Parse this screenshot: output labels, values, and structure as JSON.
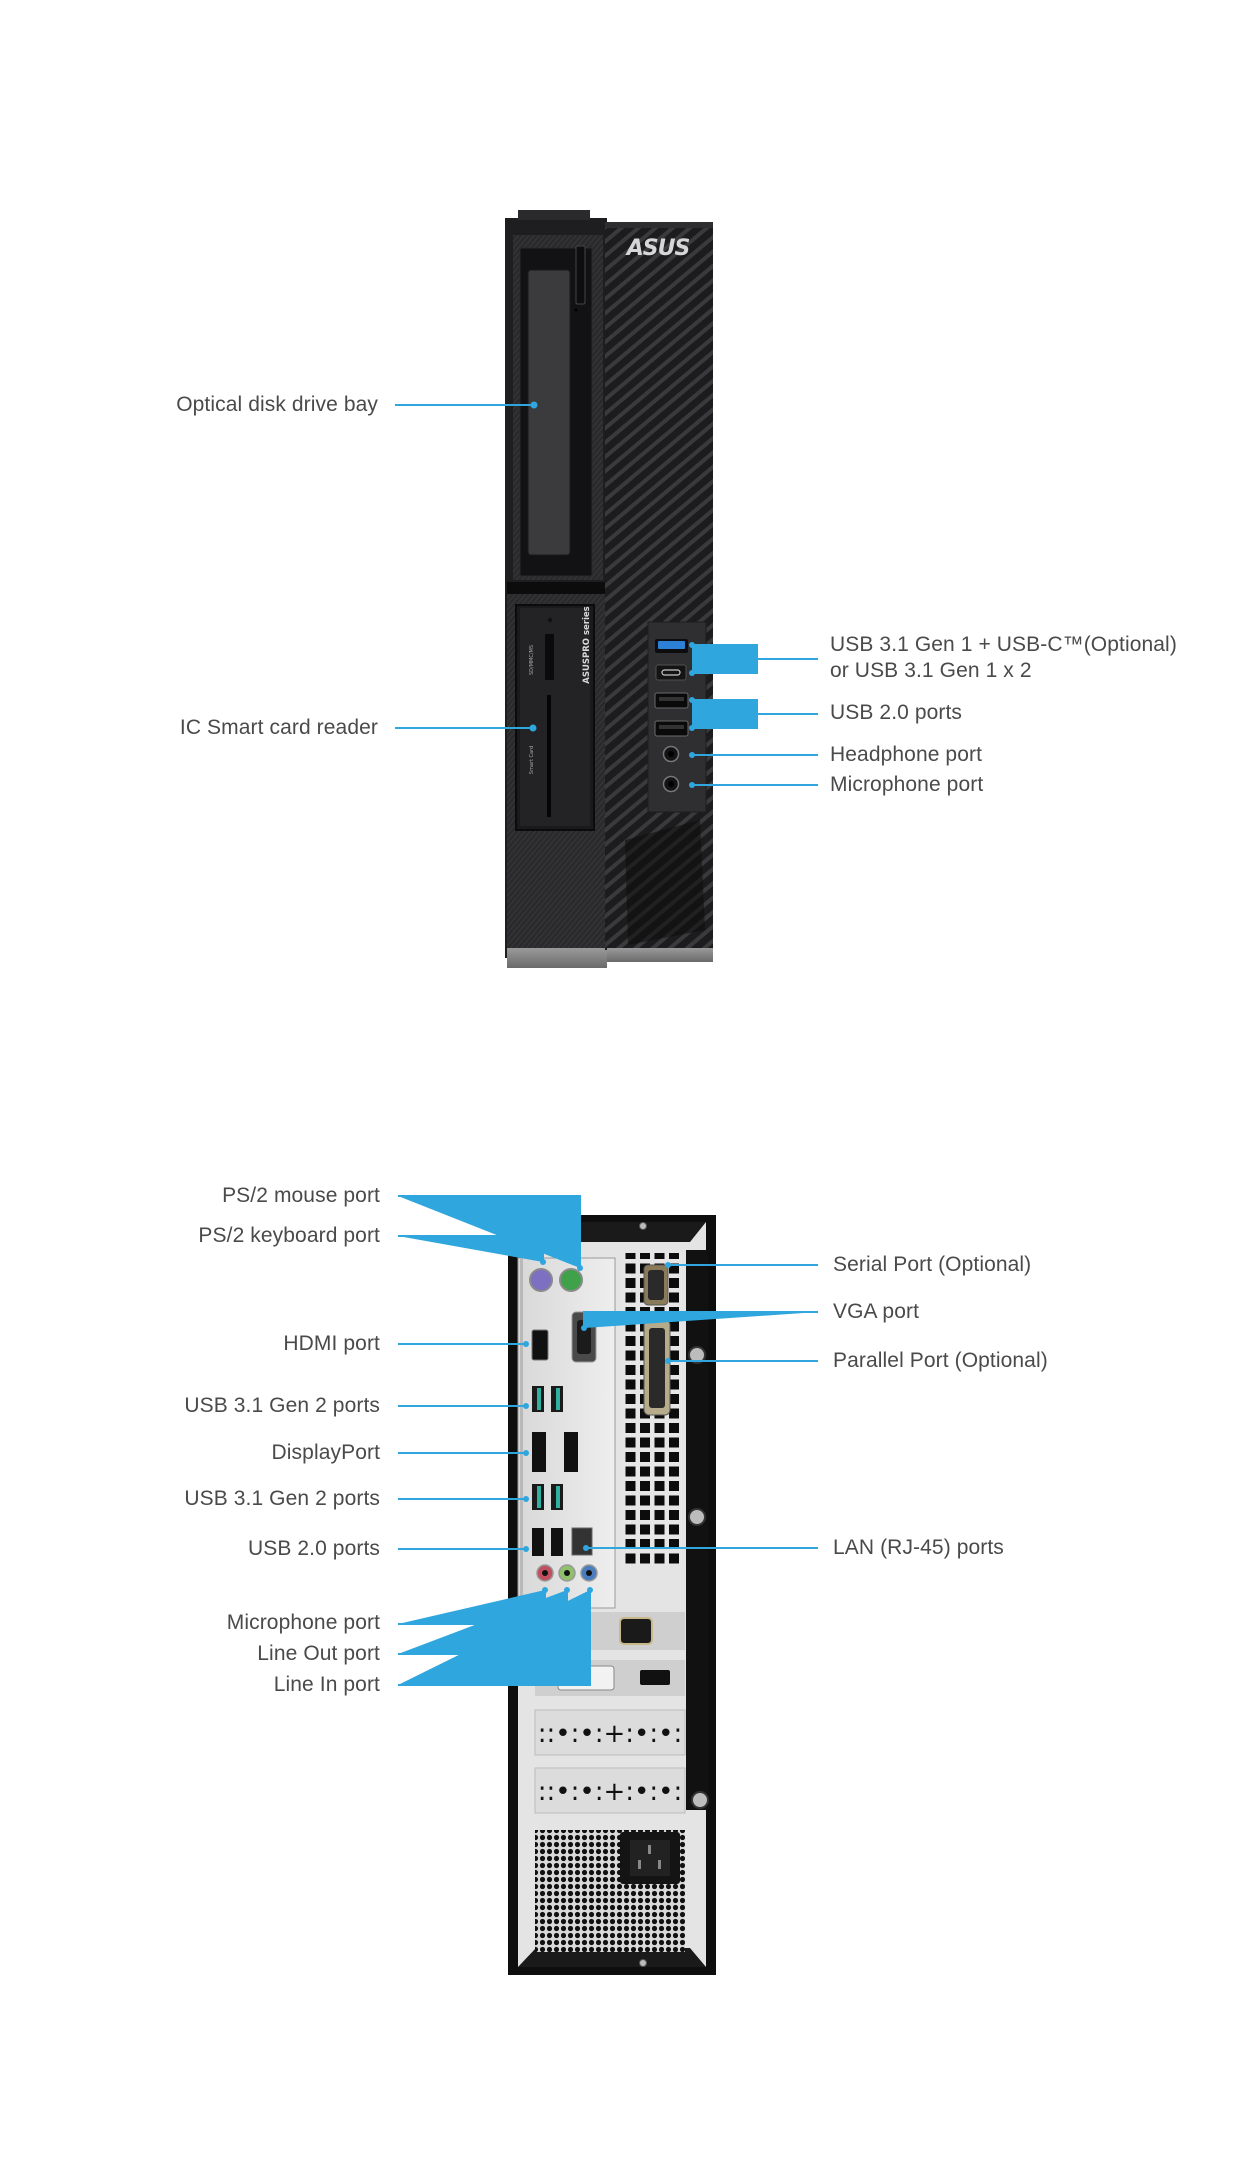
{
  "accent_color": "#2FA6DE",
  "brand": {
    "logo": "ASUS",
    "front_series": "ASUSPRO series"
  },
  "front_view": {
    "left_labels": [
      {
        "id": "odd",
        "text": "Optical disk drive bay"
      },
      {
        "id": "smartcard",
        "text": "IC Smart card reader"
      }
    ],
    "right_labels": [
      {
        "id": "usb31",
        "text": "USB 3.1 Gen 1 + USB-C™(Optional)",
        "text2": "or USB 3.1 Gen 1 x 2"
      },
      {
        "id": "usb20",
        "text": "USB 2.0 ports"
      },
      {
        "id": "headphone",
        "text": "Headphone port"
      },
      {
        "id": "mic",
        "text": "Microphone port"
      }
    ],
    "card_reader_text": {
      "sd": "SD/MMC/MS",
      "smart": "Smart Card"
    }
  },
  "rear_view": {
    "left_labels": [
      {
        "id": "ps2-mouse",
        "text": "PS/2 mouse port"
      },
      {
        "id": "ps2-keyboard",
        "text": "PS/2 keyboard port"
      },
      {
        "id": "hdmi",
        "text": "HDMI port"
      },
      {
        "id": "usb31g2-a",
        "text": "USB 3.1 Gen 2 ports"
      },
      {
        "id": "displayport",
        "text": "DisplayPort"
      },
      {
        "id": "usb31g2-b",
        "text": "USB 3.1 Gen 2 ports"
      },
      {
        "id": "usb20",
        "text": "USB 2.0 ports"
      },
      {
        "id": "mic",
        "text": "Microphone port"
      },
      {
        "id": "lineout",
        "text": "Line Out port"
      },
      {
        "id": "linein",
        "text": "Line In port"
      }
    ],
    "right_labels": [
      {
        "id": "serial",
        "text": "Serial Port (Optional)"
      },
      {
        "id": "vga",
        "text": "VGA port"
      },
      {
        "id": "parallel",
        "text": "Parallel Port (Optional)"
      },
      {
        "id": "lan",
        "text": "LAN (RJ-45) ports"
      }
    ]
  }
}
